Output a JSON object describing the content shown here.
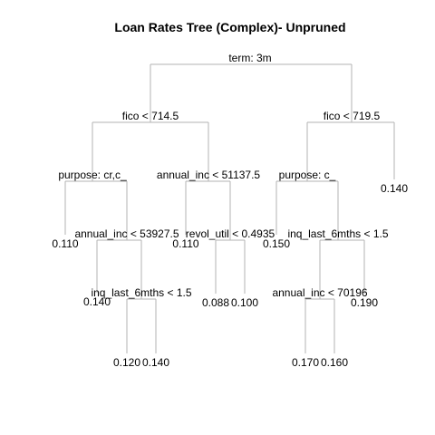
{
  "title": "Loan Rates Tree (Complex)- Unpruned",
  "colors": {
    "edge": "#b3b3b3",
    "text": "#000000",
    "background": "#ffffff"
  },
  "tree": {
    "split": "term: 3m",
    "left": {
      "split": "fico < 714.5",
      "left": {
        "split": "purpose: cr,c_",
        "left": {
          "leaf": "0.110"
        },
        "right": {
          "split": "annual_inc < 53927.5",
          "left": {
            "leaf": "0.140"
          },
          "right": {
            "split": "inq_last_6mths < 1.5",
            "left": {
              "leaf": "0.120"
            },
            "right": {
              "leaf": "0.140"
            }
          }
        }
      },
      "right": {
        "split": "annual_inc < 51137.5",
        "left": {
          "leaf": "0.110"
        },
        "right": {
          "split": "revol_util < 0.4935",
          "left": {
            "leaf": "0.088"
          },
          "right": {
            "leaf": "0.100"
          }
        }
      }
    },
    "right": {
      "split": "fico < 719.5",
      "left": {
        "split": "purpose: c_",
        "left": {
          "leaf": "0.150"
        },
        "right": {
          "split": "inq_last_6mths < 1.5",
          "left": {
            "split": "annual_inc < 70196",
            "left": {
              "leaf": "0.170"
            },
            "right": {
              "leaf": "0.160"
            }
          },
          "right": {
            "leaf": "0.190"
          }
        }
      },
      "right": {
        "leaf": "0.140"
      }
    }
  }
}
